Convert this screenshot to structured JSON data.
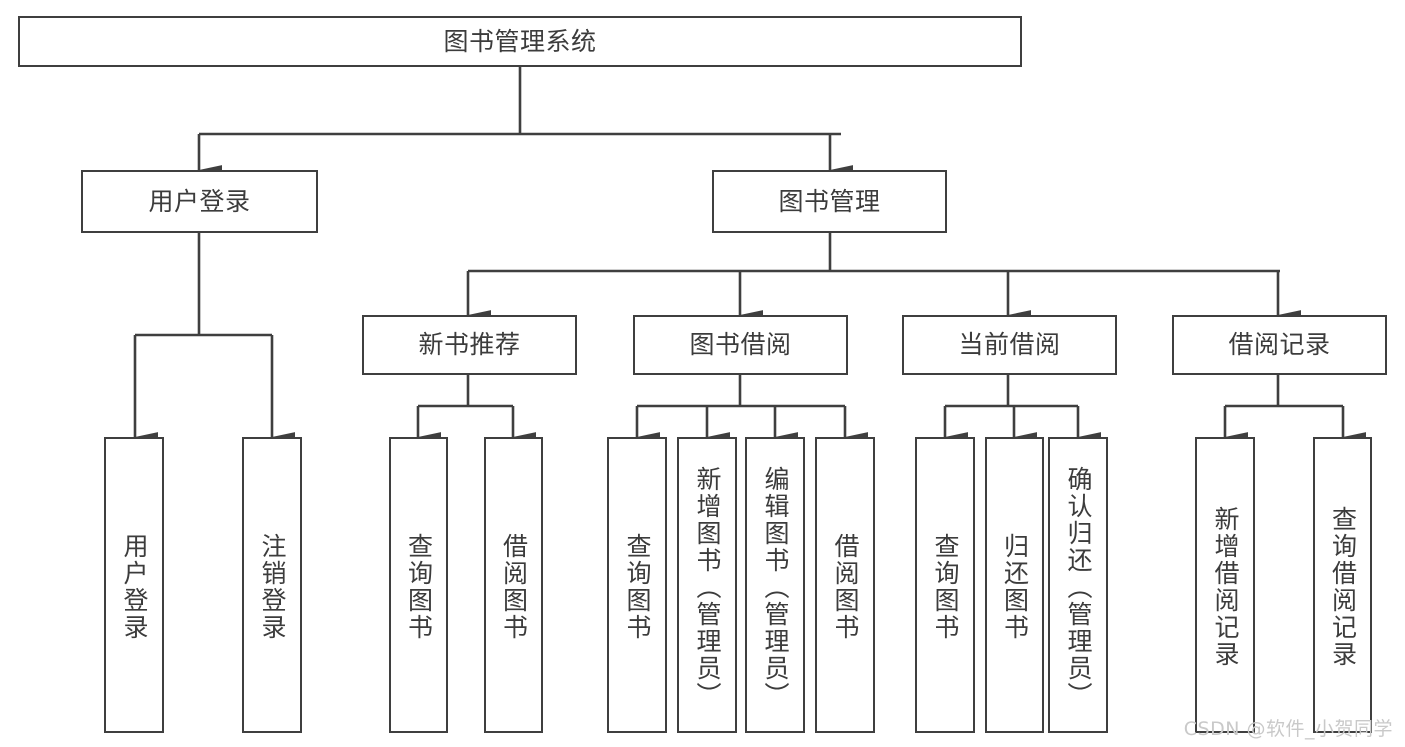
{
  "diagram": {
    "title": "图书管理系统",
    "watermark": "CSDN @软件_小贺同学",
    "line_color": "#3f3f3f",
    "text_color": "#3c3c3c",
    "background": "#ffffff",
    "nodes": {
      "root": {
        "label": "图书管理系统"
      },
      "level2": [
        {
          "label": "用户登录"
        },
        {
          "label": "图书管理"
        }
      ],
      "level3": [
        {
          "label": "新书推荐"
        },
        {
          "label": "图书借阅"
        },
        {
          "label": "当前借阅"
        },
        {
          "label": "借阅记录"
        }
      ],
      "leaves": {
        "user_login": [
          {
            "label": "用户登录"
          },
          {
            "label": "注销登录"
          }
        ],
        "new_book": [
          {
            "label": "查询图书"
          },
          {
            "label": "借阅图书"
          }
        ],
        "book_borrow": [
          {
            "label": "查询图书"
          },
          {
            "label": "新增图书（管理员）"
          },
          {
            "label": "编辑图书（管理员）"
          },
          {
            "label": "借阅图书"
          }
        ],
        "current_borrow": [
          {
            "label": "查询图书"
          },
          {
            "label": "归还图书"
          },
          {
            "label": "确认归还（管理员）"
          }
        ],
        "borrow_record": [
          {
            "label": "新增借阅记录"
          },
          {
            "label": "查询借阅记录"
          }
        ]
      }
    }
  }
}
